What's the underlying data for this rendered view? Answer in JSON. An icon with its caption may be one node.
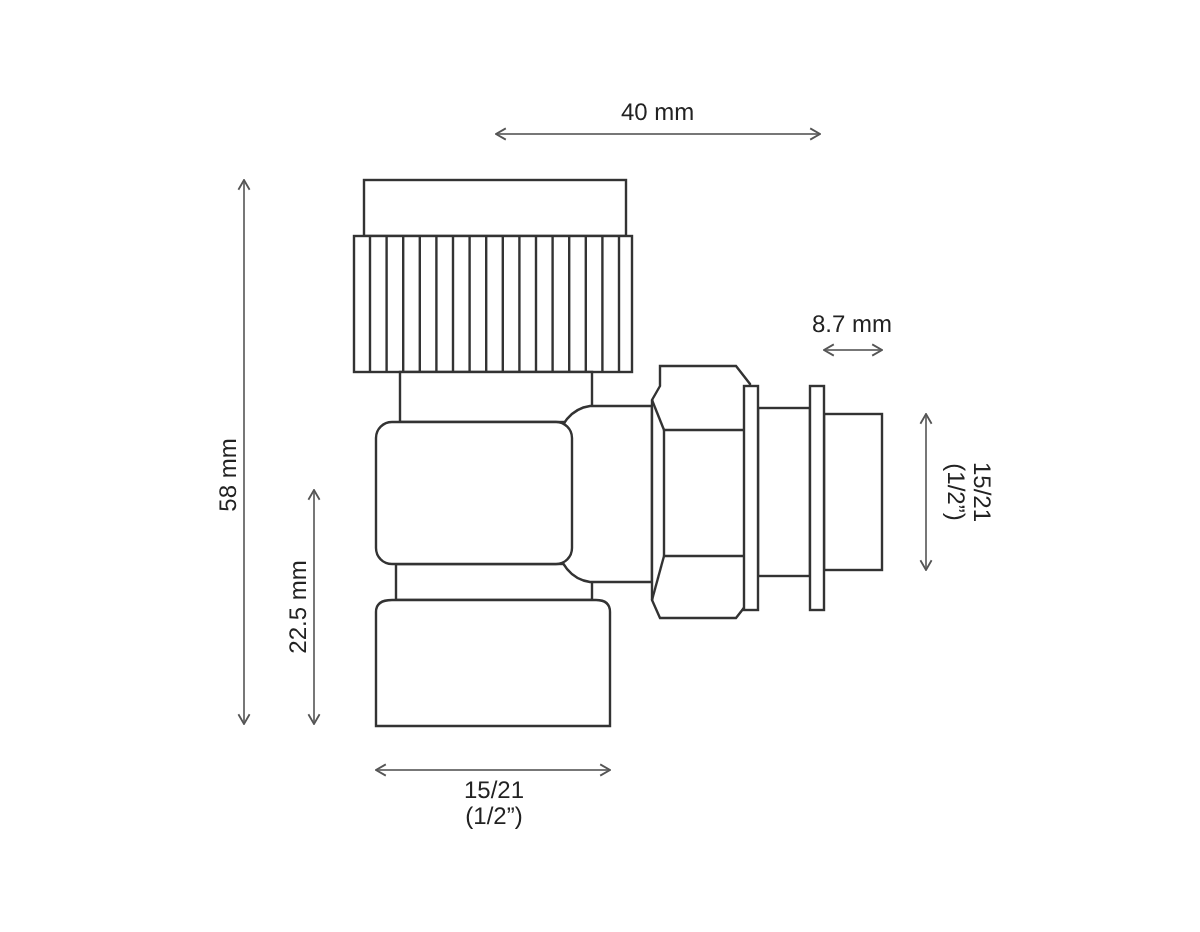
{
  "diagram": {
    "labels": [
      "40 mm",
      "8.7 mm",
      "58 mm",
      "15/21 (1/2”)",
      "22.5 mm",
      "15/21 (1/2”)"
    ]
  }
}
